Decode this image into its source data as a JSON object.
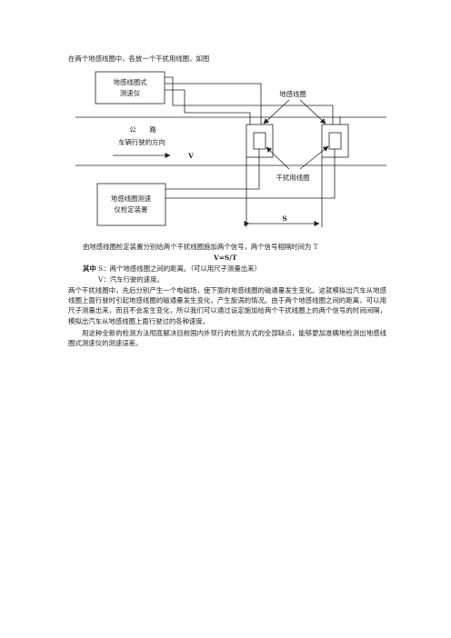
{
  "intro": "在两个地感线圈中，各放一个干扰用线圈，如图",
  "diagram": {
    "box1_line1": "地感线圈式",
    "box1_line2": "测速仪",
    "box2_line1": "地感线圈测速",
    "box2_line2": "仪检定装置",
    "label_coil": "地感线圈",
    "label_interference": "干扰用线圈",
    "road_label": "公　　路",
    "direction_label": "车辆行驶的方向",
    "v_label": "V",
    "s_label": "S"
  },
  "explanation": "由地感线圈检定装置分别给两个干扰线圈施加两个信号，两个信号相隔时间为 T",
  "formula": "V=S/T",
  "where_prefix": "其中",
  "where_s": "S：两个地感线圈之间的距离。（可以用尺子测量出来）",
  "where_v": "V：汽车行驶的速度。",
  "paragraph1": "两个干扰线圈中，先后分别产生一个电磁场，使下面的地感线圈的磁通量发生变化。这就模拟出汽车从地感线圈上面行驶时引起地感线圈的磁通量发生变化，产生旋涡的情况。由于两个地感线圈之间的距离，可以用尺子测量出来，而且不会发生变化，所以我们可以通过设定施加给两个干扰线圈上的两个信号的时间间隔，模拟出汽车从地感线圈上面行驶过的各种速度。",
  "paragraph2": "用这种全新的检测方法彻底解决目前国内外现行的检测方式的全部缺点，能够更加准确地检测出地感线圈式测速仪的测速误差。"
}
